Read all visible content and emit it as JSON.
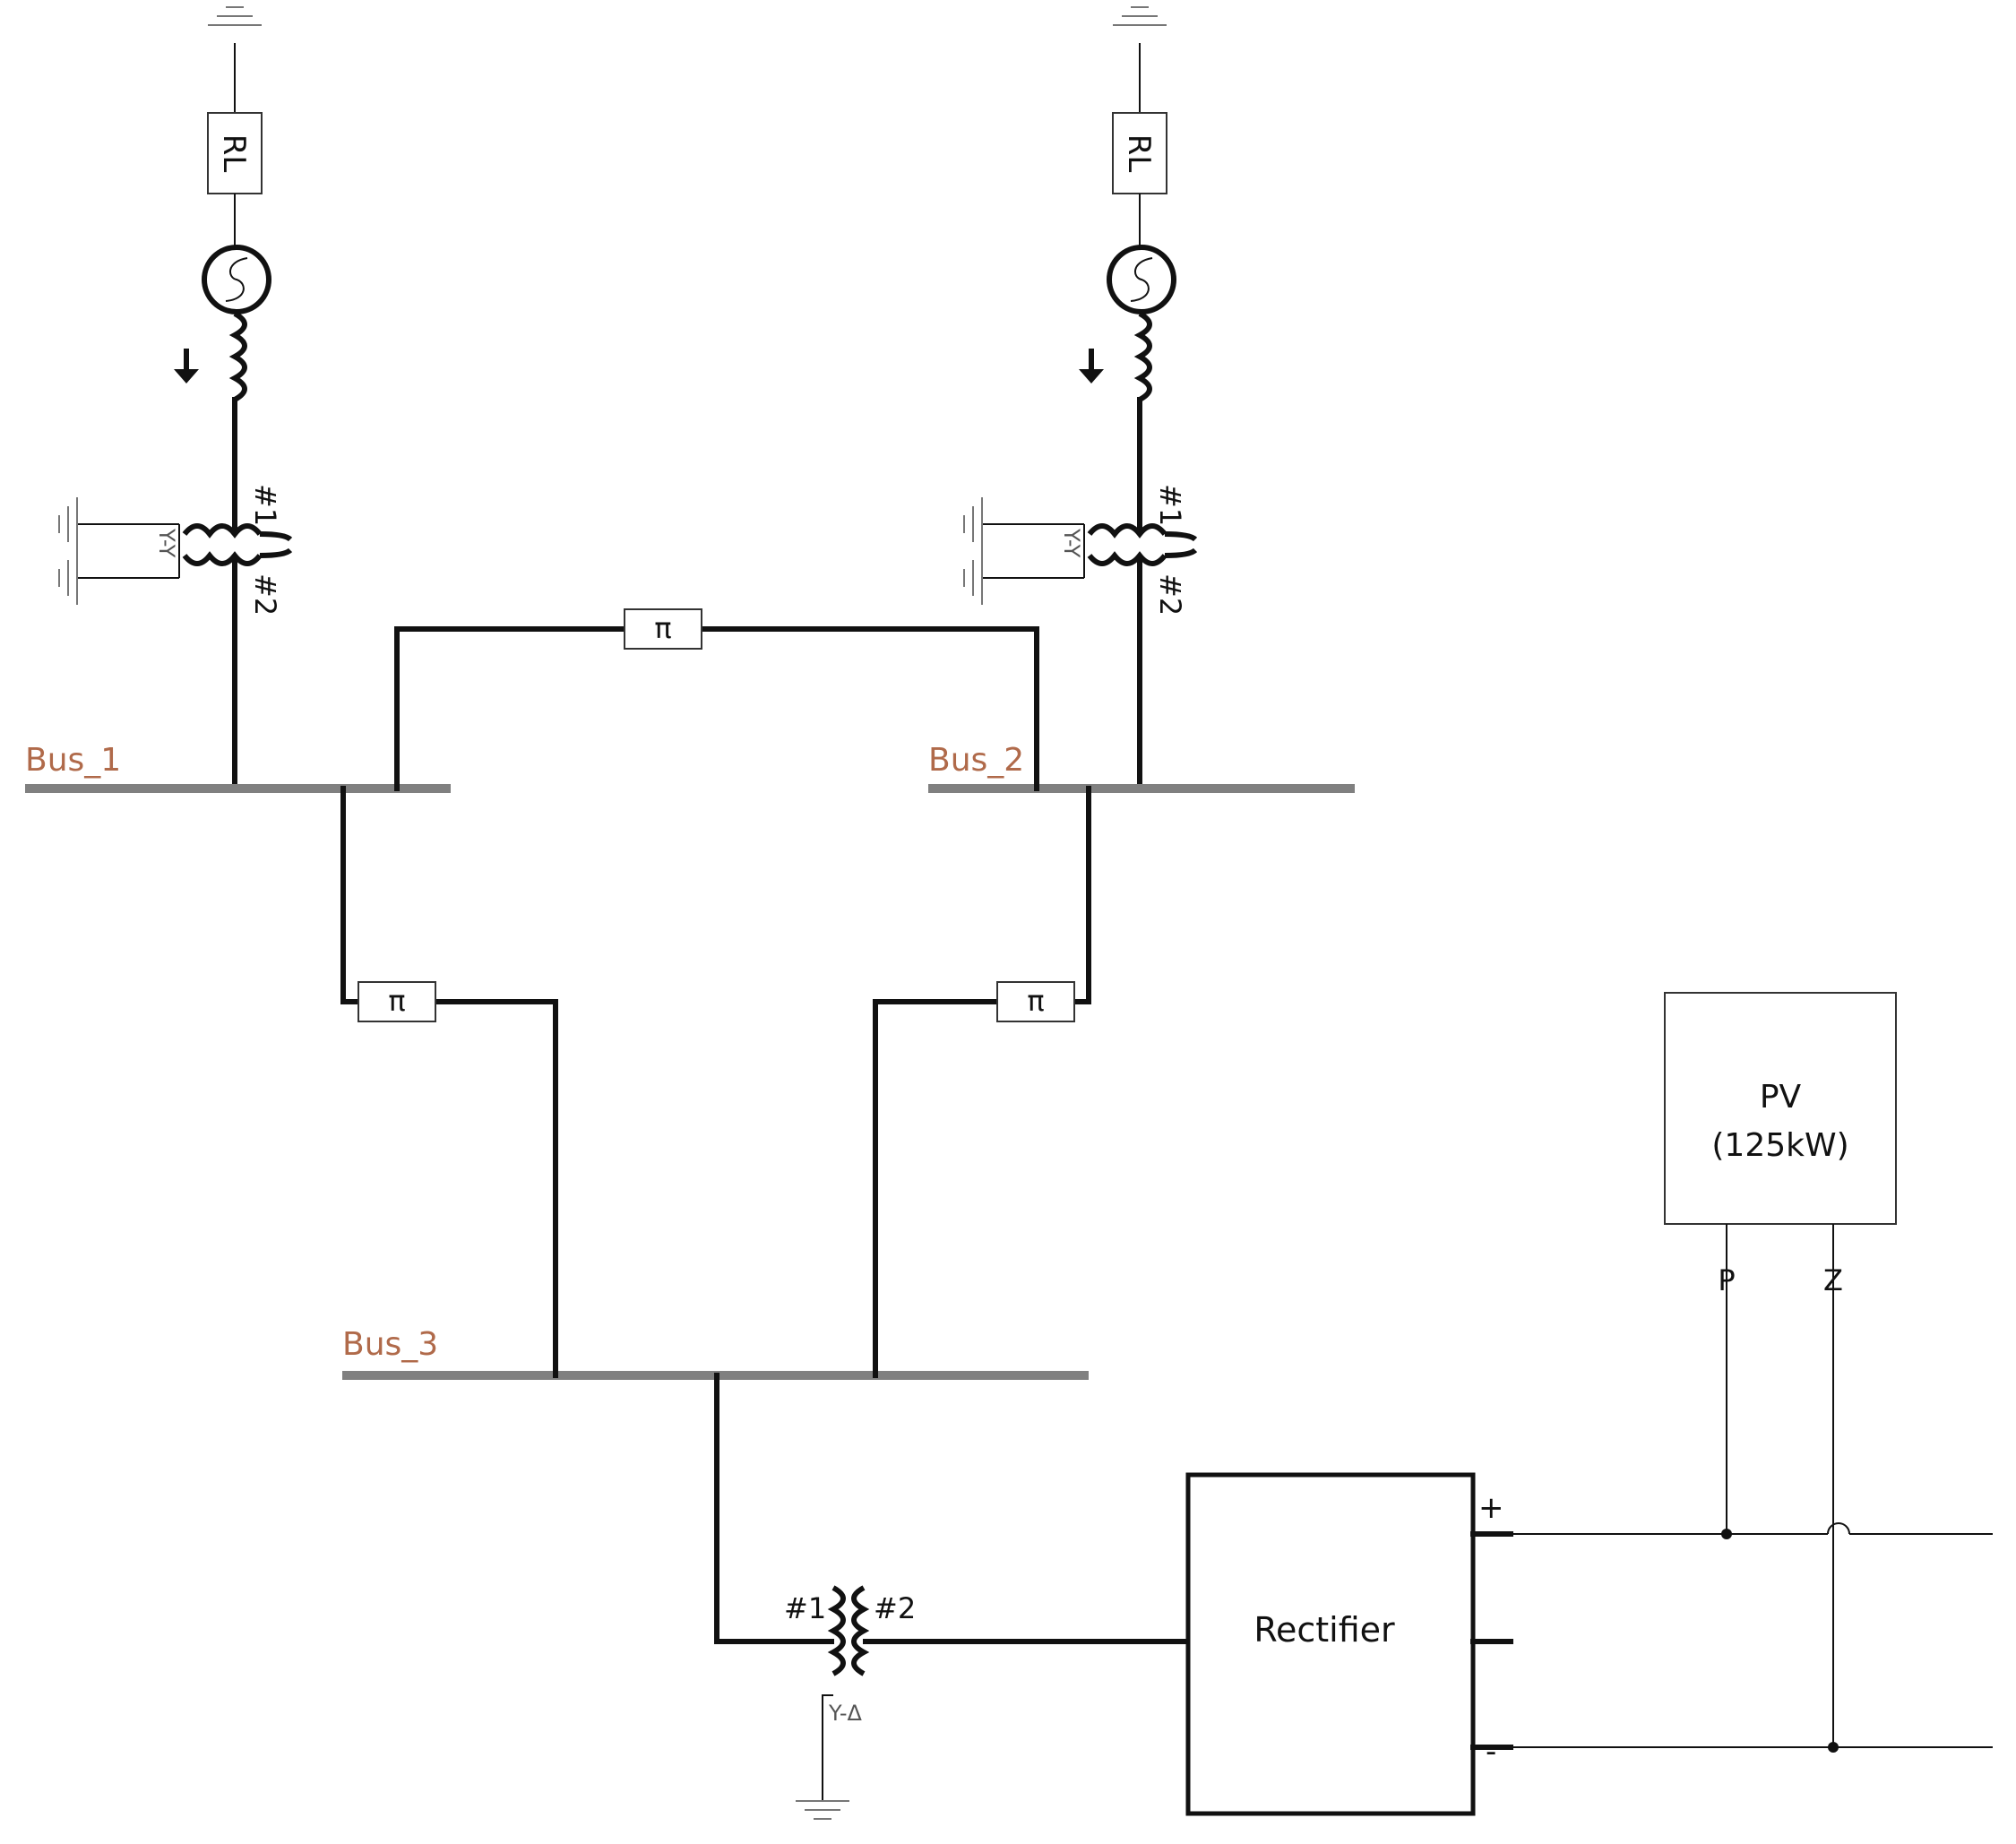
{
  "buses": {
    "bus1": "Bus_1",
    "bus2": "Bus_2",
    "bus3": "Bus_3"
  },
  "components": {
    "load_label": "RL",
    "pi_label": "π",
    "winding1": "#1",
    "winding2": "#2",
    "yy_label": "Y-Y",
    "yd_label": "Y-Δ",
    "rectifier_label": "Rectifier",
    "pv_label_line1": "PV",
    "pv_label_line2": "(125kW)",
    "pv_port_p": "P",
    "pv_port_z": "Z",
    "plus": "+",
    "minus": "-"
  },
  "colors": {
    "wire": "#111111",
    "bus": "#808080",
    "bus_label": "#b06a4a"
  }
}
